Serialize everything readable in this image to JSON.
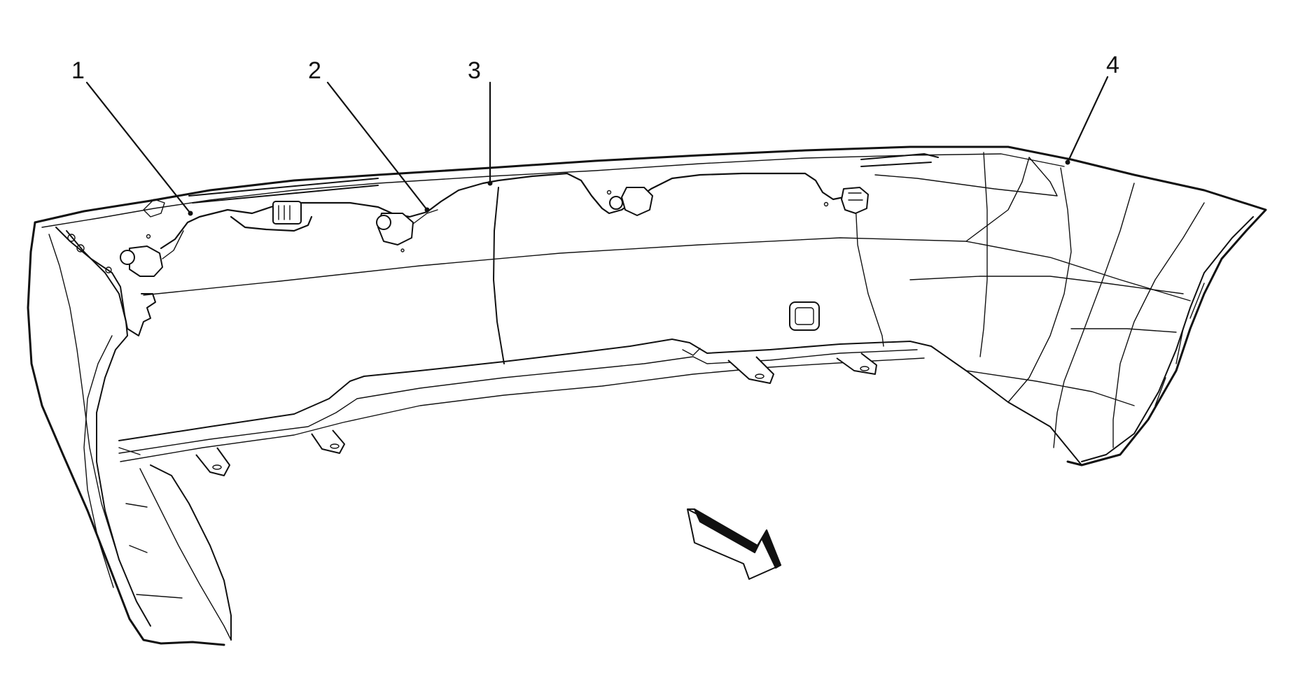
{
  "diagram": {
    "callouts": [
      {
        "id": "1",
        "label": "1"
      },
      {
        "id": "2",
        "label": "2"
      },
      {
        "id": "3",
        "label": "3"
      },
      {
        "id": "4",
        "label": "4"
      }
    ],
    "direction_arrow_icon": "front-direction-arrow-icon"
  }
}
